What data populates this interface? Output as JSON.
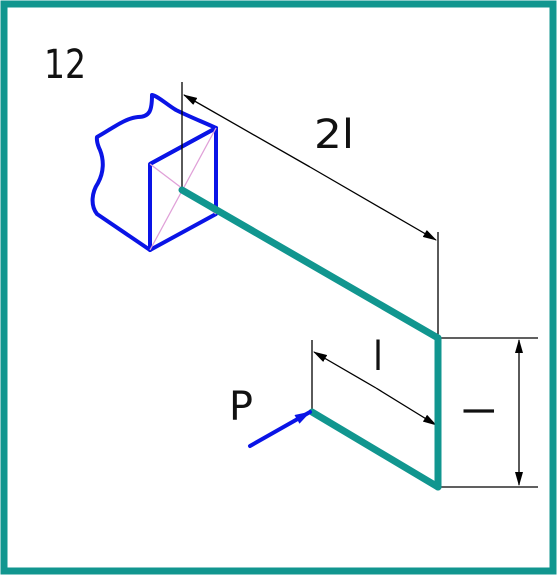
{
  "problem_number": "12",
  "labels": {
    "upper_length": "2l",
    "lower_length": "l",
    "vertical_length": "l",
    "force": "P"
  },
  "colors": {
    "frame": "#11968f",
    "beam": "#11968f",
    "support": "#0a14e6",
    "force_arrow": "#0a14e6",
    "hatch": "#e0a0d8",
    "dimension": "#000000"
  }
}
